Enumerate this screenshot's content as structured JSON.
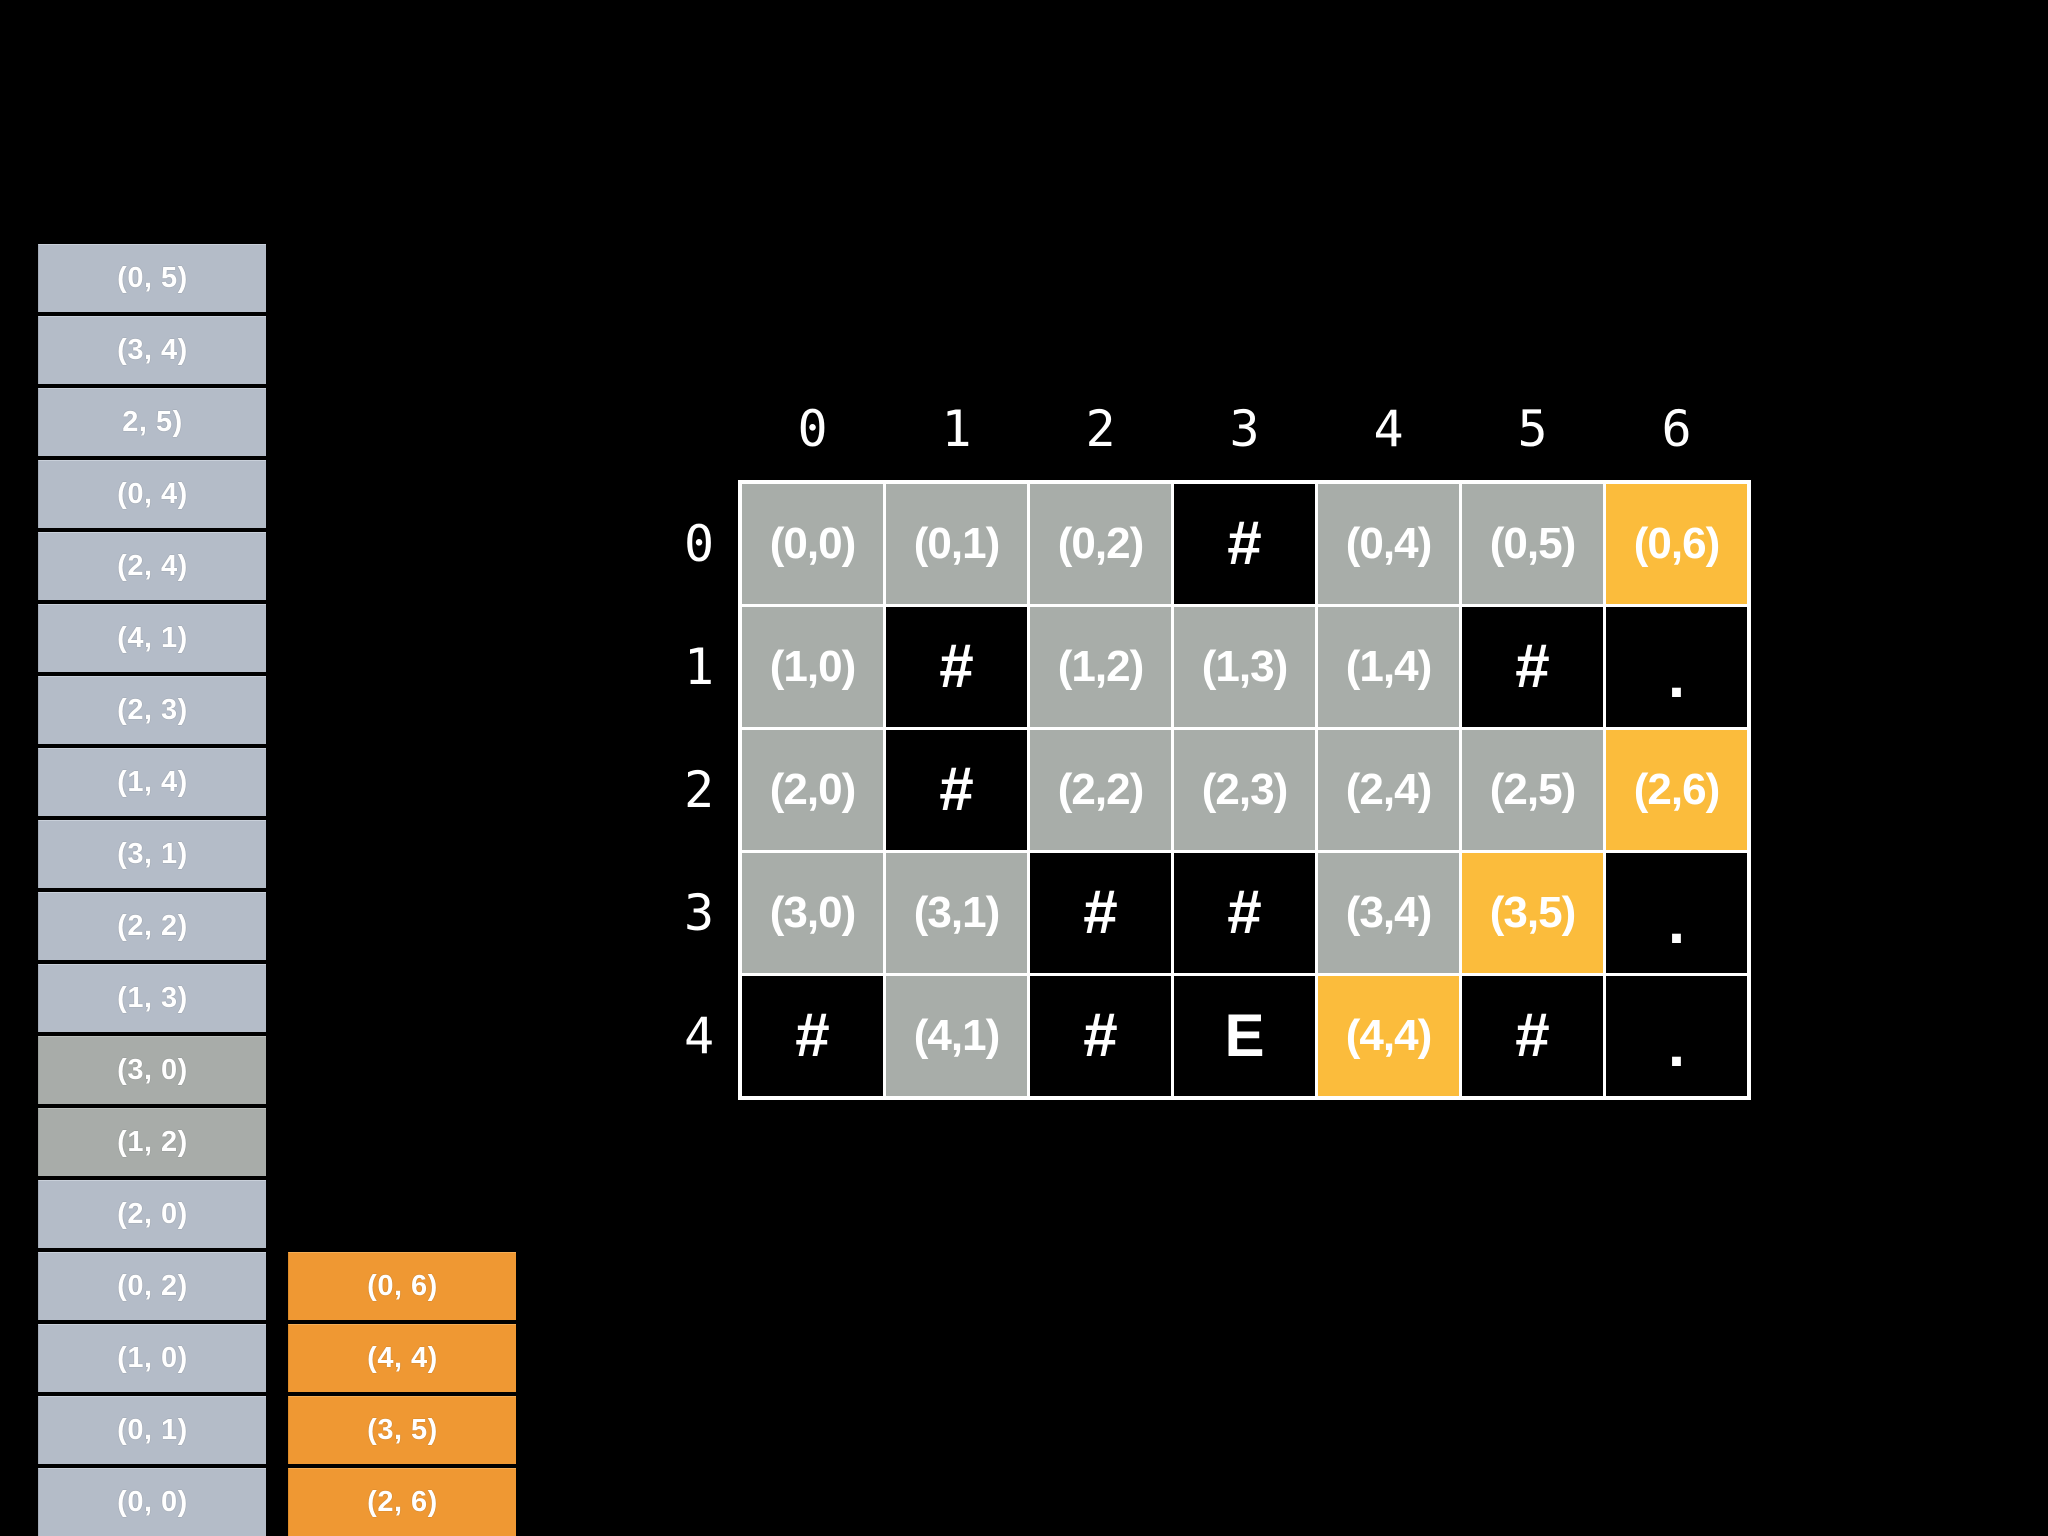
{
  "background_color": "#000000",
  "colors": {
    "open_cell": "#a8ada9",
    "wall_cell": "#000000",
    "path_cell": "#fbbc3c",
    "stack_gray": "#b4bcc8",
    "stack_gray_highlight": "#a8aca9",
    "stack_orange": "#ef9833",
    "text": "#ffffff",
    "grid_border": "#ffffff"
  },
  "visited_stack": {
    "name": "visited-stack",
    "items": [
      {
        "label": "(0, 5)",
        "style": "gray"
      },
      {
        "label": "(3, 4)",
        "style": "gray"
      },
      {
        "label": "2, 5)",
        "style": "gray"
      },
      {
        "label": "(0, 4)",
        "style": "gray"
      },
      {
        "label": "(2, 4)",
        "style": "gray"
      },
      {
        "label": "(4, 1)",
        "style": "gray"
      },
      {
        "label": "(2, 3)",
        "style": "gray"
      },
      {
        "label": "(1, 4)",
        "style": "gray"
      },
      {
        "label": "(3, 1)",
        "style": "gray"
      },
      {
        "label": "(2, 2)",
        "style": "gray"
      },
      {
        "label": "(1, 3)",
        "style": "gray"
      },
      {
        "label": "(3, 0)",
        "style": "gray-hl"
      },
      {
        "label": "(1, 2)",
        "style": "gray-hl"
      },
      {
        "label": "(2, 0)",
        "style": "gray"
      },
      {
        "label": "(0, 2)",
        "style": "gray"
      },
      {
        "label": "(1, 0)",
        "style": "gray"
      },
      {
        "label": "(0, 1)",
        "style": "gray"
      },
      {
        "label": "(0, 0)",
        "style": "gray"
      }
    ]
  },
  "queue_stack": {
    "name": "queue-stack",
    "items": [
      {
        "label": "(0, 6)",
        "style": "orange"
      },
      {
        "label": "(4, 4)",
        "style": "orange"
      },
      {
        "label": "(3, 5)",
        "style": "orange"
      },
      {
        "label": "(2, 6)",
        "style": "orange"
      }
    ]
  },
  "grid": {
    "name": "maze-grid",
    "col_headers": [
      "0",
      "1",
      "2",
      "3",
      "4",
      "5",
      "6"
    ],
    "row_headers": [
      "0",
      "1",
      "2",
      "3",
      "4"
    ],
    "rows": [
      [
        {
          "text": "(0,0)",
          "style": "open"
        },
        {
          "text": "(0,1)",
          "style": "open"
        },
        {
          "text": "(0,2)",
          "style": "open"
        },
        {
          "text": "#",
          "style": "wall"
        },
        {
          "text": "(0,4)",
          "style": "open"
        },
        {
          "text": "(0,5)",
          "style": "open"
        },
        {
          "text": "(0,6)",
          "style": "path"
        }
      ],
      [
        {
          "text": "(1,0)",
          "style": "open"
        },
        {
          "text": "#",
          "style": "wall"
        },
        {
          "text": "(1,2)",
          "style": "open"
        },
        {
          "text": "(1,3)",
          "style": "open"
        },
        {
          "text": "(1,4)",
          "style": "open"
        },
        {
          "text": "#",
          "style": "wall"
        },
        {
          "text": ".",
          "style": "blank"
        }
      ],
      [
        {
          "text": "(2,0)",
          "style": "open"
        },
        {
          "text": "#",
          "style": "wall"
        },
        {
          "text": "(2,2)",
          "style": "open"
        },
        {
          "text": "(2,3)",
          "style": "open"
        },
        {
          "text": "(2,4)",
          "style": "open"
        },
        {
          "text": "(2,5)",
          "style": "open"
        },
        {
          "text": "(2,6)",
          "style": "path"
        }
      ],
      [
        {
          "text": "(3,0)",
          "style": "open"
        },
        {
          "text": "(3,1)",
          "style": "open"
        },
        {
          "text": "#",
          "style": "wall"
        },
        {
          "text": "#",
          "style": "wall"
        },
        {
          "text": "(3,4)",
          "style": "open"
        },
        {
          "text": "(3,5)",
          "style": "path"
        },
        {
          "text": ".",
          "style": "blank"
        }
      ],
      [
        {
          "text": "#",
          "style": "wall"
        },
        {
          "text": "(4,1)",
          "style": "open"
        },
        {
          "text": "#",
          "style": "wall"
        },
        {
          "text": "E",
          "style": "endpoint"
        },
        {
          "text": "(4,4)",
          "style": "path"
        },
        {
          "text": "#",
          "style": "wall"
        },
        {
          "text": ".",
          "style": "blank"
        }
      ]
    ]
  }
}
